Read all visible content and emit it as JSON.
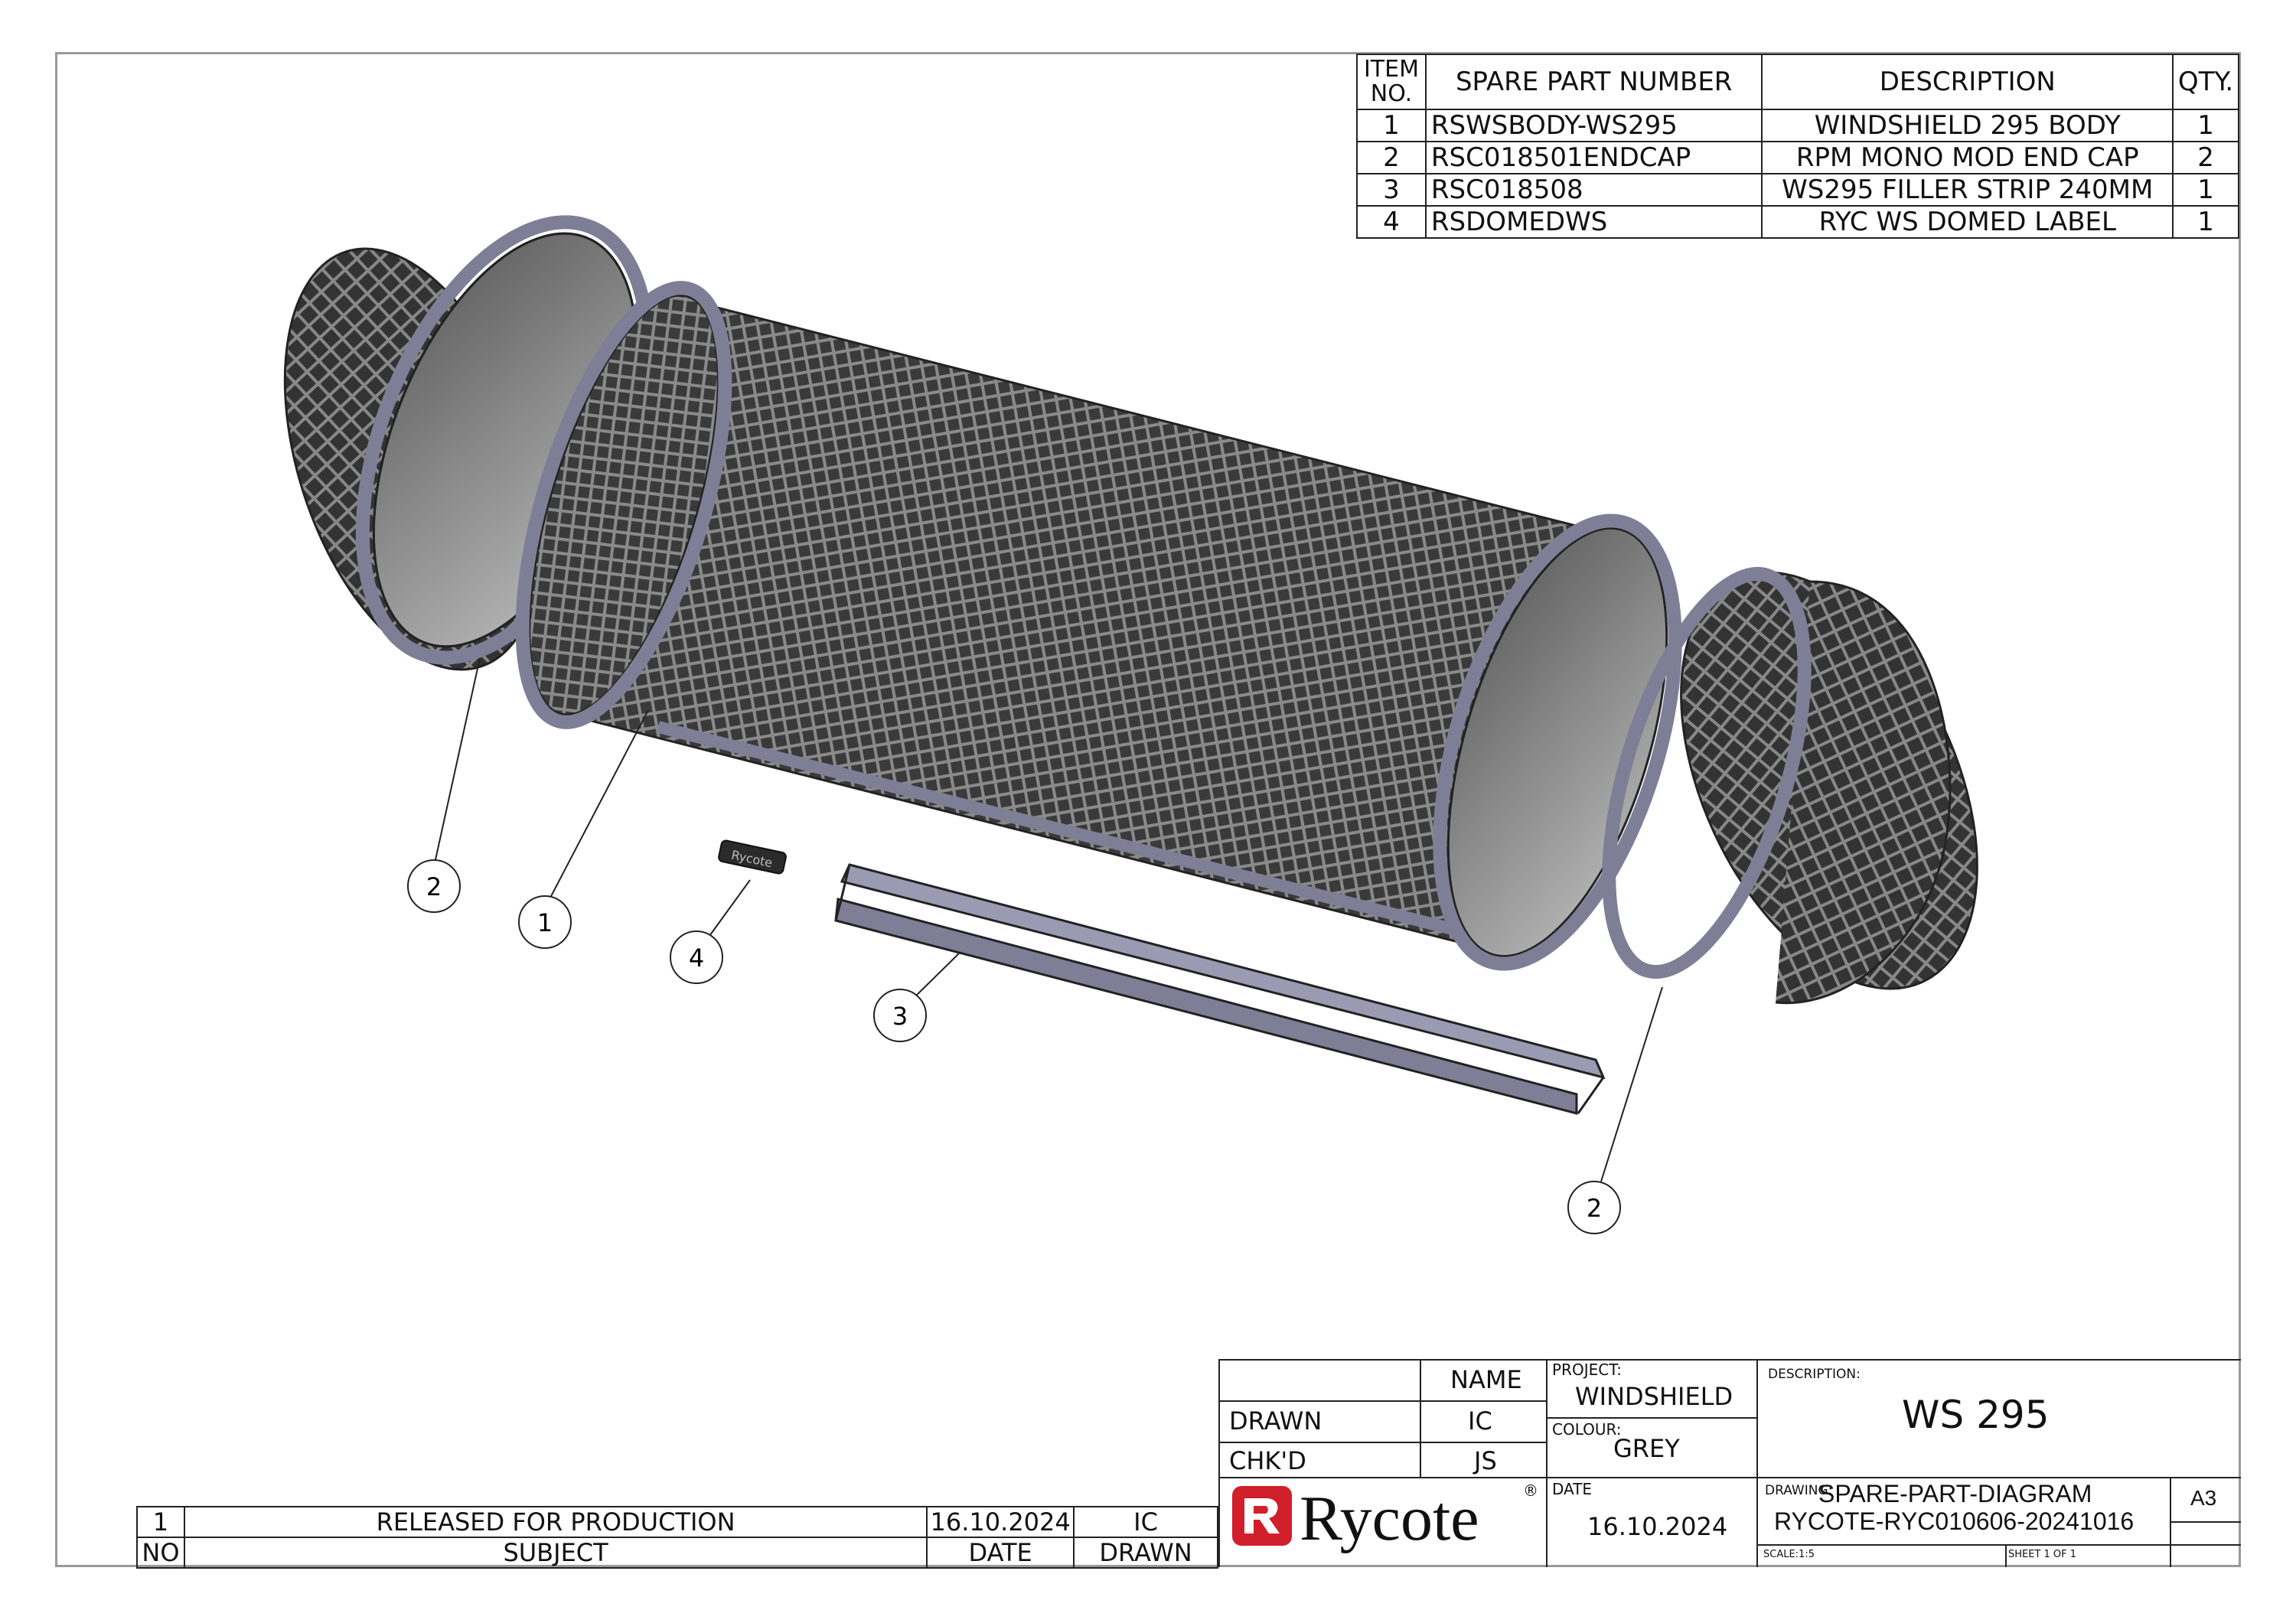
{
  "bom": {
    "headers": {
      "item": "ITEM NO.",
      "part": "SPARE PART NUMBER",
      "desc": "DESCRIPTION",
      "qty": "QTY."
    },
    "rows": [
      {
        "item": "1",
        "part": "RSWSBODY-WS295",
        "desc": "WINDSHIELD 295 BODY",
        "qty": "1"
      },
      {
        "item": "2",
        "part": "RSC018501ENDCAP",
        "desc": "RPM MONO MOD END CAP",
        "qty": "2"
      },
      {
        "item": "3",
        "part": "RSC018508",
        "desc": "WS295 FILLER STRIP 240MM",
        "qty": "1"
      },
      {
        "item": "4",
        "part": "RSDOMEDWS",
        "desc": "RYC WS DOMED LABEL",
        "qty": "1"
      }
    ]
  },
  "balloons": {
    "b1": "1",
    "b2_left": "2",
    "b2_right": "2",
    "b3": "3",
    "b4": "4"
  },
  "label_part_text": "Rycote",
  "revision": {
    "row": {
      "no": "1",
      "subject": "RELEASED FOR PRODUCTION",
      "date": "16.10.2024",
      "drawn": "IC"
    },
    "header": {
      "no": "NO",
      "subject": "SUBJECT",
      "date": "DATE",
      "drawn": "DRAWN"
    }
  },
  "title_block": {
    "name_header": "NAME",
    "drawn_label": "DRAWN",
    "drawn_value": "IC",
    "checked_label": "CHK'D",
    "checked_value": "JS",
    "project_label": "PROJECT:",
    "project_value": "WINDSHIELD",
    "colour_label": "COLOUR:",
    "colour_value": "GREY",
    "date_label": "DATE",
    "date_value": "16.10.2024",
    "description_label": "DESCRIPTION:",
    "description_value": "WS 295",
    "drawing_label": "DRAWING:",
    "drawing_line1": "SPARE-PART-DIAGRAM",
    "drawing_line2": "RYCOTE-RYC010606-20241016",
    "size": "A3",
    "scale": "SCALE:1:5",
    "sheet": "SHEET 1 OF 1",
    "logo_text": "Rycote",
    "logo_mark": "®",
    "brand_color": "#d11f2b"
  }
}
